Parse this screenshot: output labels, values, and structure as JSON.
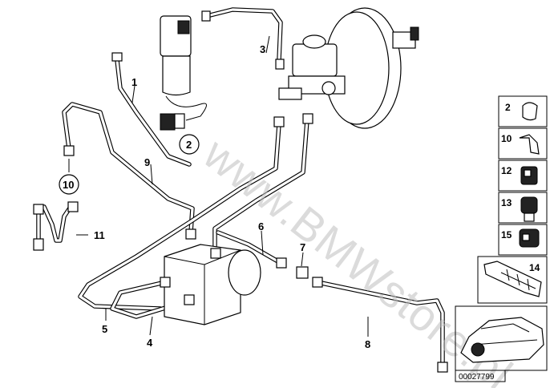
{
  "callouts": {
    "c1": "1",
    "c2": "2",
    "c3": "3",
    "c4": "4",
    "c5": "5",
    "c6": "6",
    "c7": "7",
    "c8": "8",
    "c9": "9",
    "c10": "10",
    "c11": "11"
  },
  "side_panel": {
    "items": [
      "2",
      "10",
      "12",
      "13",
      "15",
      "14"
    ]
  },
  "watermark": "www.BMWstore.pl",
  "diagram_code": "00027799"
}
